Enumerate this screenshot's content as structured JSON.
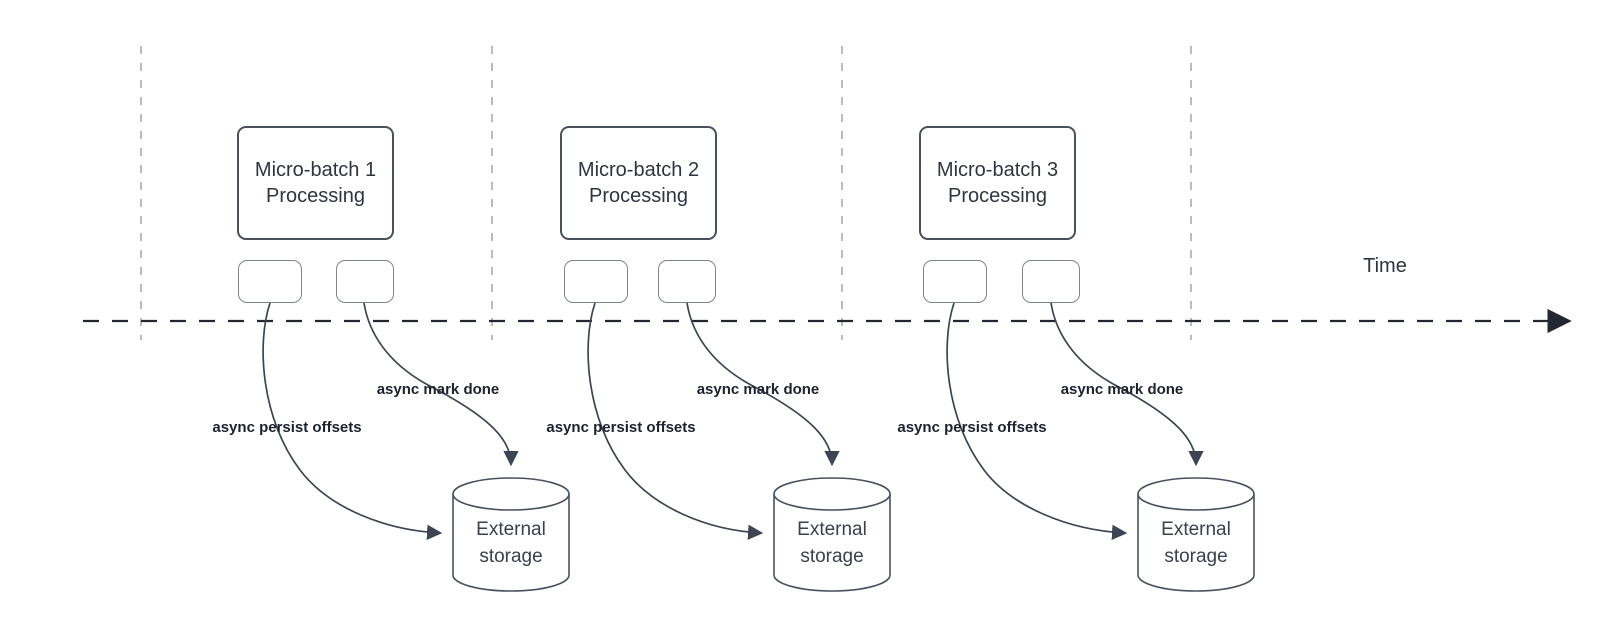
{
  "timeline": {
    "label": "Time"
  },
  "groups": [
    {
      "box_label": "Micro-batch 1 Processing",
      "persist_label": "async persist offsets",
      "done_label": "async mark done",
      "storage_label": "External storage"
    },
    {
      "box_label": "Micro-batch 2 Processing",
      "persist_label": "async persist offsets",
      "done_label": "async mark done",
      "storage_label": "External storage"
    },
    {
      "box_label": "Micro-batch 3 Processing",
      "persist_label": "async persist offsets",
      "done_label": "async mark done",
      "storage_label": "External storage"
    }
  ],
  "colors": {
    "background": "#ffffff",
    "box_stroke": "#4a505c",
    "small_box_stroke": "#7d8490",
    "cylinder_stroke": "#4a515e",
    "curve_stroke": "#3d4553",
    "timeline_stroke": "#23272f",
    "gridline_stroke": "#aeb1b7",
    "label_text": "#1c222e",
    "body_text": "#2f3440"
  }
}
